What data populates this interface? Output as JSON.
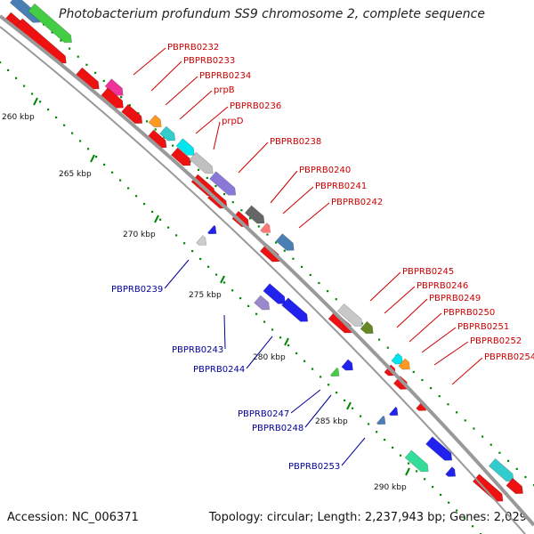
{
  "title": "Photobacterium profundum SS9 chromosome 2, complete sequence",
  "footer": {
    "accession": "Accession: NC_006371",
    "summary": "Topology: circular; Length: 2,237,943 bp; Genes: 2,029"
  },
  "colors": {
    "plus_label": "#cc0000",
    "minus_label": "#000099",
    "backbone": "#999999",
    "tick": "#008800"
  },
  "position_labels": [
    "260 kbp",
    "265 kbp",
    "270 kbp",
    "275 kbp",
    "280 kbp",
    "285 kbp",
    "290 kbp"
  ],
  "plus_strand_labels": [
    "PBPRB0232",
    "PBPRB0233",
    "PBPRB0234",
    "prpB",
    "PBPRB0236",
    "prpD",
    "PBPRB0238",
    "PBPRB0240",
    "PBPRB0241",
    "PBPRB0242",
    "PBPRB0245",
    "PBPRB0246",
    "PBPRB0249",
    "PBPRB0250",
    "PBPRB0251",
    "PBPRB0252",
    "PBPRB0254"
  ],
  "minus_strand_labels": [
    "PBPRB0239",
    "PBPRB0243",
    "PBPRB0244",
    "PBPRB0247",
    "PBPRB0248",
    "PBPRB0253"
  ]
}
